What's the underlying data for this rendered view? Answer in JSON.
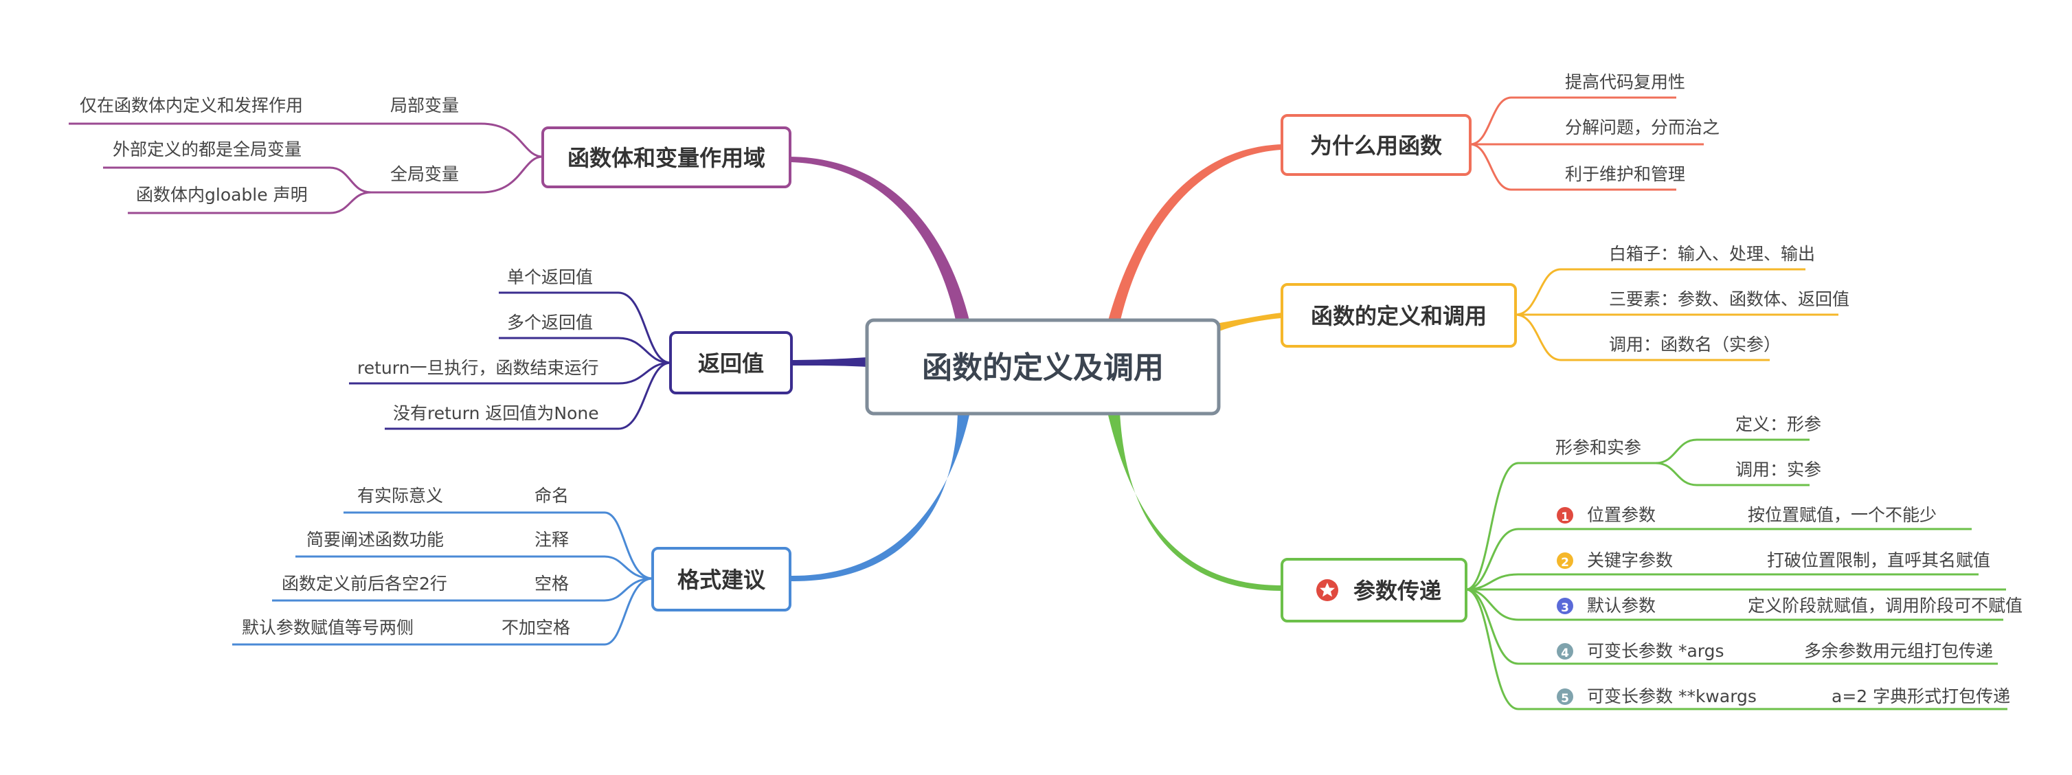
{
  "root": {
    "label": "函数的定义及调用"
  },
  "branches": [
    {
      "key": "why",
      "label": "为什么用函数",
      "color": "#f0705a",
      "items": [
        "提高代码复用性",
        "分解问题，分而治之",
        "利于维护和管理"
      ]
    },
    {
      "key": "define",
      "label": "函数的定义和调用",
      "color": "#f5b72a",
      "items": [
        "白箱子：输入、处理、输出",
        "三要素：参数、函数体、返回值",
        "调用：函数名（实参）"
      ]
    },
    {
      "key": "params",
      "label": "参数传递",
      "color": "#6cc04a",
      "icon": "star-badge-icon",
      "group": {
        "label": "形参和实参",
        "items": [
          "定义：形参",
          "调用：实参"
        ]
      },
      "items": [
        {
          "num": "1",
          "numColor": "#e04a3f",
          "label": "位置参数",
          "note": "按位置赋值，一个不能少"
        },
        {
          "num": "2",
          "numColor": "#f5b72a",
          "label": "关键字参数",
          "note": "打破位置限制，直呼其名赋值"
        },
        {
          "num": "3",
          "numColor": "#5a6ad8",
          "label": "默认参数",
          "note": "定义阶段就赋值，调用阶段可不赋值"
        },
        {
          "num": "4",
          "numColor": "#7fa3ad",
          "label": "可变长参数 *args",
          "note": "多余参数用元组打包传递"
        },
        {
          "num": "5",
          "numColor": "#7fa3ad",
          "label": "可变长参数 **kwargs",
          "note": "a=2 字典形式打包传递"
        }
      ]
    },
    {
      "key": "scope",
      "label": "函数体和变量作用域",
      "color": "#9b4a92",
      "subs": [
        {
          "label": "局部变量",
          "items": [
            "仅在函数体内定义和发挥作用"
          ]
        },
        {
          "label": "全局变量",
          "items": [
            "外部定义的都是全局变量",
            "函数体内gloable 声明"
          ]
        }
      ]
    },
    {
      "key": "return",
      "label": "返回值",
      "color": "#3b2d8f",
      "items": [
        "单个返回值",
        "多个返回值",
        "return一旦执行，函数结束运行",
        "没有return 返回值为None"
      ]
    },
    {
      "key": "format",
      "label": "格式建议",
      "color": "#4a8ad6",
      "subs": [
        {
          "label": "命名",
          "items": [
            "有实际意义"
          ]
        },
        {
          "label": "注释",
          "items": [
            "简要阐述函数功能"
          ]
        },
        {
          "label": "空格",
          "items": [
            "函数定义前后各空2行"
          ]
        },
        {
          "label": "不加空格",
          "items": [
            "默认参数赋值等号两侧"
          ]
        }
      ]
    }
  ]
}
